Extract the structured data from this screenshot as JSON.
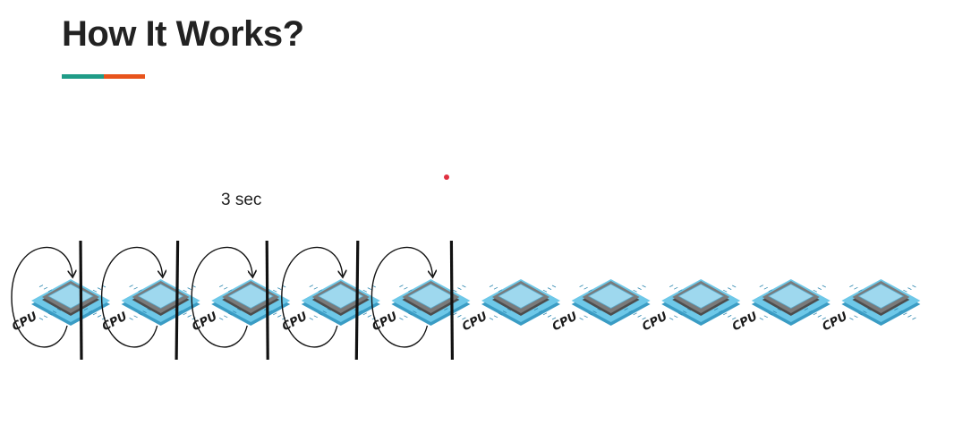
{
  "slide": {
    "title": "How It Works?"
  },
  "colors": {
    "accent_teal": "#1f9c87",
    "accent_orange": "#e8541c",
    "pointer": "#e03040",
    "chip_base": "#6ec8e8",
    "chip_base_dark": "#3a9cc4",
    "chip_top": "#9ed8ee",
    "chip_frame": "#7a7a7a",
    "chip_frame_dark": "#4d4d4d",
    "chip_text": "#1a1a1a"
  },
  "diagram": {
    "time_label": "3 sec",
    "chip_label": "CPU",
    "chips": [
      {
        "label": "CPU",
        "looped": true,
        "divider": true
      },
      {
        "label": "CPU",
        "looped": true,
        "divider": true
      },
      {
        "label": "CPU",
        "looped": true,
        "divider": true
      },
      {
        "label": "CPU",
        "looped": true,
        "divider": true
      },
      {
        "label": "CPU",
        "looped": true,
        "divider": true
      },
      {
        "label": "CPU",
        "looped": false,
        "divider": false
      },
      {
        "label": "CPU",
        "looped": false,
        "divider": false
      },
      {
        "label": "CPU",
        "looped": false,
        "divider": false
      },
      {
        "label": "CPU",
        "looped": false,
        "divider": false
      },
      {
        "label": "CPU",
        "looped": false,
        "divider": false
      }
    ]
  }
}
